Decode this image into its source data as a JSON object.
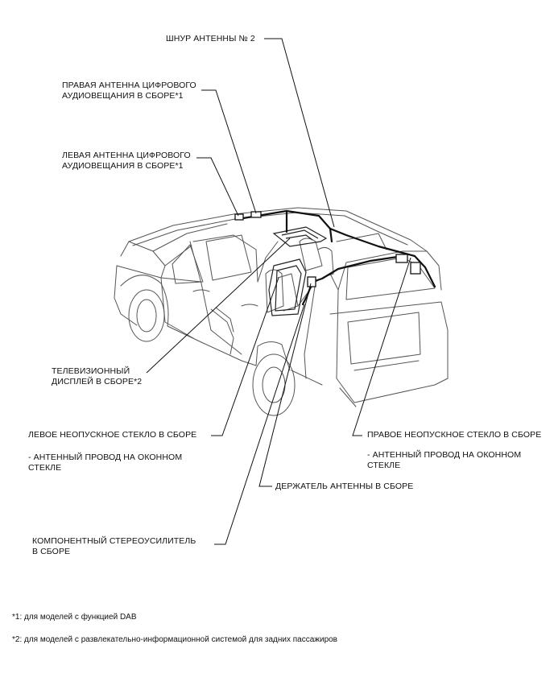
{
  "labels": {
    "antenna_cord_no2": "ШНУР АНТЕННЫ № 2",
    "right_dab_antenna": "ПРАВАЯ АНТЕННА ЦИФРОВОГО\nАУДИОВЕЩАНИЯ В СБОРЕ*1",
    "left_dab_antenna": "ЛЕВАЯ АНТЕННА ЦИФРОВОГО\nАУДИОВЕЩАНИЯ В СБОРЕ*1",
    "tv_display": "ТЕЛЕВИЗИОННЫЙ\nДИСПЛЕЙ В СБОРЕ*2",
    "left_quarter_glass": "ЛЕВОЕ НЕОПУСКНОЕ СТЕКЛО В СБОРЕ",
    "left_glass_wire": "- АНТЕННЫЙ ПРОВОД НА ОКОННОМ\nСТЕКЛЕ",
    "right_quarter_glass": "ПРАВОЕ НЕОПУСКНОЕ СТЕКЛО В СБОРЕ",
    "right_glass_wire": "- АНТЕННЫЙ ПРОВОД НА ОКОННОМ\nСТЕКЛЕ",
    "antenna_holder": "ДЕРЖАТЕЛЬ АНТЕННЫ В СБОРЕ",
    "stereo_amplifier": "КОМПОНЕНТНЫЙ СТЕРЕОУСИЛИТЕЛЬ\nВ СБОРЕ"
  },
  "footnotes": {
    "note1": "*1: для моделей с функцией DAB",
    "note2": "*2: для моделей с развлекательно-информационной системой для задних пассажиров"
  }
}
